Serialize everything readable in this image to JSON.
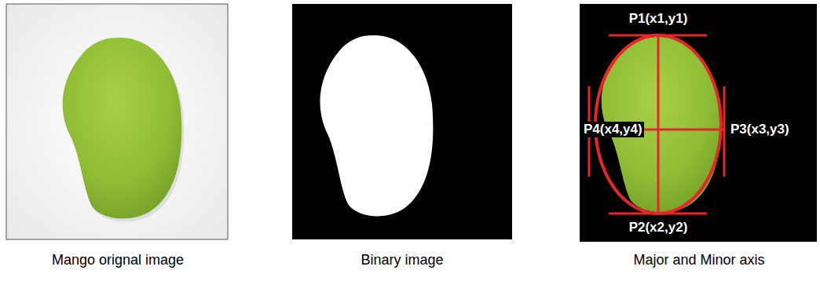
{
  "diagram": {
    "labels": [
      "Mango orignal image",
      "Binary image",
      "Major and Minor axis",
      "P1(x1,y1)",
      "P2(x2,y2)",
      "P3(x3,y3)",
      "P4(x4,y4)"
    ]
  }
}
